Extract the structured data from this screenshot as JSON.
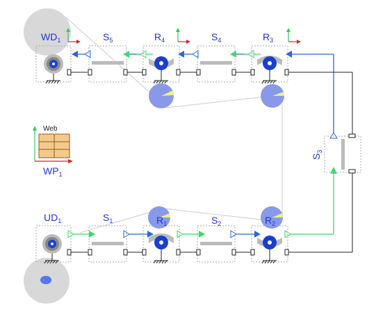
{
  "colors": {
    "label": "#2233dd",
    "blue_line": "#2a66e0",
    "green_line": "#33dd66",
    "black_line": "#222222",
    "gray_disk": "#d8d8d8",
    "roller_blue": "#1a3fd0",
    "pie_blue": "#8899e8",
    "pie_yellow": "#eeee88",
    "web_table": "#f5c98a"
  },
  "components": {
    "wd1": {
      "name": "WD",
      "sub": "1"
    },
    "s5": {
      "name": "S",
      "sub": "5"
    },
    "r4": {
      "name": "R",
      "sub": "4"
    },
    "s4": {
      "name": "S",
      "sub": "4"
    },
    "r3": {
      "name": "R",
      "sub": "3"
    },
    "s3": {
      "name": "S",
      "sub": "3"
    },
    "ud1": {
      "name": "UD",
      "sub": "1"
    },
    "s1": {
      "name": "S",
      "sub": "1"
    },
    "r1": {
      "name": "R",
      "sub": "1"
    },
    "s2": {
      "name": "S",
      "sub": "2"
    },
    "r2": {
      "name": "R",
      "sub": "2"
    },
    "wp1": {
      "name": "WP",
      "sub": "1",
      "title": "Web"
    }
  }
}
